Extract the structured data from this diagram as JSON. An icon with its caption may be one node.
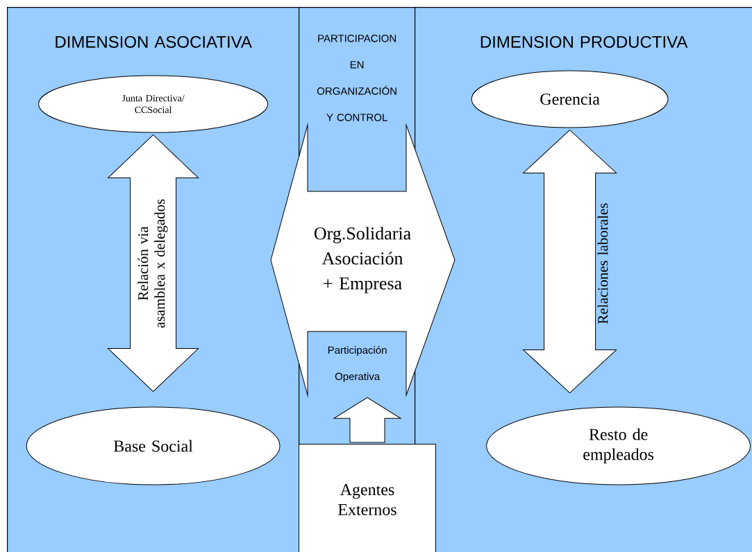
{
  "diagram": {
    "nodes": [
      {
        "text": [
          "DIMENSION ASOCIATIVA"
        ]
      },
      {
        "text": [
          "Junta Directiva/ CCSocial"
        ],
        "in": 0
      },
      {
        "text": [
          "Base Social"
        ],
        "in": 0
      },
      {
        "text": [
          "PARTICIPACION EN ORGANIZACIÓN Y CONTROL"
        ]
      },
      {
        "text": [
          "DIMENSION PRODUCTIVA"
        ]
      },
      {
        "text": [
          "Gerencia"
        ],
        "in": 4
      },
      {
        "text": [
          "Resto de empleados"
        ],
        "in": 4
      },
      {
        "text": [
          "Org.Solidaria Asociación + Empresa"
        ]
      },
      {
        "text": [
          "Participación Operativa"
        ],
        "in": 3
      },
      {
        "text": [
          "Agentes Externos"
        ]
      }
    ],
    "edges": [
      {
        "from": 1,
        "to": 2,
        "arrow": "both",
        "label": "Relación via asamblea x delegados"
      },
      {
        "from": 5,
        "to": 6,
        "arrow": "both",
        "label": "Relaciones laborales"
      },
      {
        "from": 9,
        "to": 8,
        "arrow": "to"
      }
    ]
  }
}
